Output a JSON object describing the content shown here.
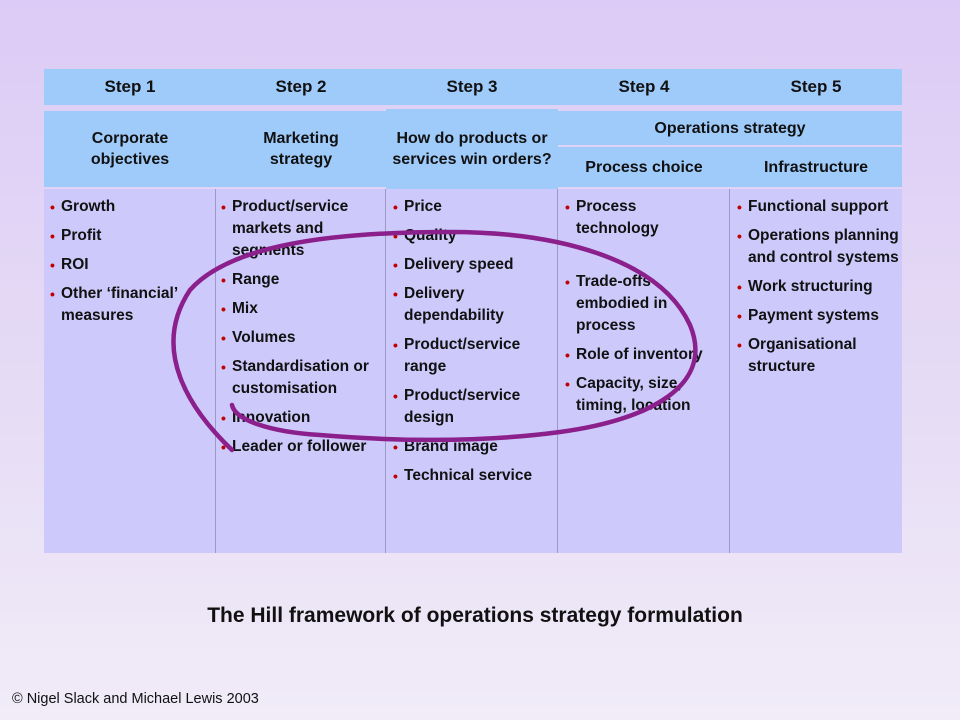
{
  "steps": [
    "Step 1",
    "Step 2",
    "Step 3",
    "Step 4",
    "Step 5"
  ],
  "headers": {
    "col1": "Corporate objectives",
    "col2": "Marketing strategy",
    "col3": "How do products or services win orders?",
    "ops": "Operations strategy",
    "col4": "Process choice",
    "col5": "Infrastructure"
  },
  "columns": [
    [
      "Growth",
      "Profit",
      "ROI",
      "Other ‘financial’ measures"
    ],
    [
      "Product/service markets  and segments",
      "Range",
      "Mix",
      "Volumes",
      "Standardisation or customisation",
      "Innovation",
      "Leader or follower"
    ],
    [
      "Price",
      "Quality",
      "Delivery speed",
      "Delivery dependability",
      "Product/service range",
      "Product/service design",
      "Brand image",
      "Technical service"
    ],
    [
      "Process technology",
      "Trade-offs embodied in process",
      "Role of inventory",
      "Capacity, size, timing, location"
    ],
    [
      "Functional support",
      "Operations planning and control systems",
      "Work structuring",
      "Payment systems",
      "Organisational structure"
    ]
  ],
  "title": "The Hill framework  of operations strategy formulation",
  "copyright": "© Nigel Slack and Michael Lewis 2003",
  "colors": {
    "header": "#9fcbfb",
    "body": "#cdc9fb",
    "bullet": "#c00000",
    "loop": "#8b1f8b"
  }
}
